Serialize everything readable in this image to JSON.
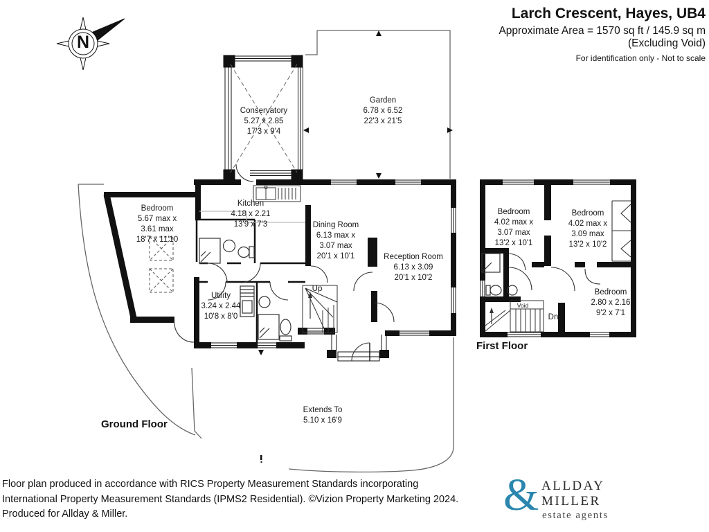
{
  "header": {
    "title": "Larch Crescent, Hayes, UB4",
    "area_line": "Approximate Area = 1570 sq ft / 145.9 sq m",
    "excluding_line": "(Excluding Void)",
    "disclaimer": "For identification only - Not to scale"
  },
  "compass": {
    "north": "N"
  },
  "ground_floor": {
    "title": "Ground Floor",
    "garden": {
      "name": "Garden",
      "metric": "6.78 x 6.52",
      "imperial": "22'3 x 21'5"
    },
    "conservatory": {
      "name": "Conservatory",
      "metric": "5.27 x 2.85",
      "imperial": "17'3 x 9'4"
    },
    "bedroom": {
      "name": "Bedroom",
      "metric1": "5.67 max x",
      "metric2": "3.61 max",
      "imperial": "18'7 x 11'10"
    },
    "kitchen": {
      "name": "Kitchen",
      "metric": "4.18 x 2.21",
      "imperial": "13'9 x 7'3"
    },
    "dining_room": {
      "name": "Dining Room",
      "metric1": "6.13 max x",
      "metric2": "3.07 max",
      "imperial": "20'1 x 10'1"
    },
    "reception_room": {
      "name": "Reception Room",
      "metric": "6.13 x 3.09",
      "imperial": "20'1 x 10'2"
    },
    "utility": {
      "name": "Utility",
      "metric": "3.24 x 2.44",
      "imperial": "10'8 x 8'0"
    },
    "extends_to": {
      "name": "Extends To",
      "dims": "5.10 x 16'9"
    },
    "stairs_up": "Up"
  },
  "first_floor": {
    "title": "First Floor",
    "bedroom_1": {
      "name": "Bedroom",
      "metric1": "4.02 max x",
      "metric2": "3.07 max",
      "imperial": "13'2 x 10'1"
    },
    "bedroom_2": {
      "name": "Bedroom",
      "metric1": "4.02 max x",
      "metric2": "3.09 max",
      "imperial": "13'2 x 10'2"
    },
    "bedroom_3": {
      "name": "Bedroom",
      "metric": "2.80 x 2.16",
      "imperial": "9'2 x 7'1"
    },
    "void_label": "Void",
    "stairs_down": "Dn"
  },
  "footer": {
    "line1": "Floor plan produced in accordance with RICS Property Measurement Standards incorporating",
    "line2": "International Property Measurement Standards (IPMS2 Residential). ©Vizion Property Marketing 2024.",
    "line3": "Produced for Allday & Miller."
  },
  "logo": {
    "ampersand": "&",
    "line1": "ALLDAY",
    "line2": "MILLER",
    "tagline": "estate agents",
    "accent_color": "#2a86ae"
  }
}
